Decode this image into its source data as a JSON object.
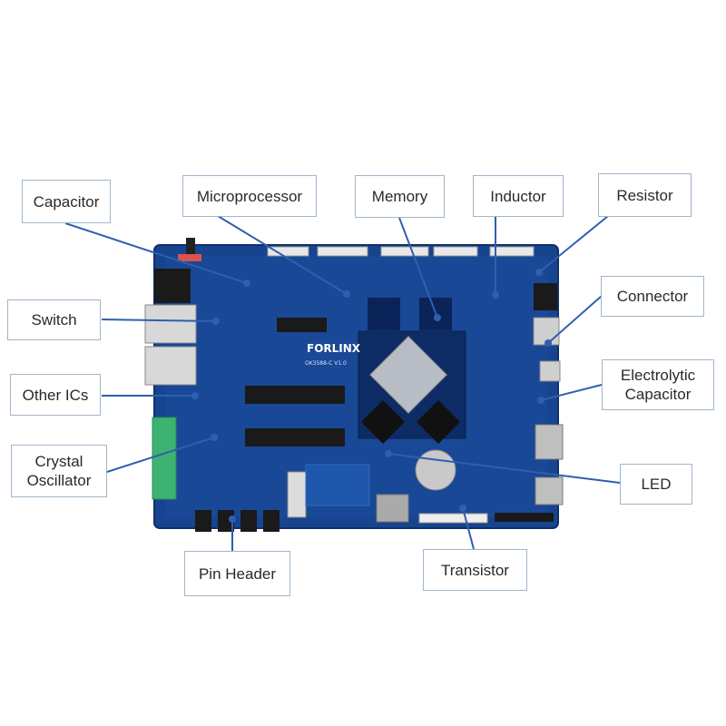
{
  "board": {
    "brand": "FORLINX",
    "model": "OK3588-C V1.0"
  },
  "colors": {
    "pcb": "#17448f",
    "pcb_dark": "#0f2f6b",
    "leader_line": "#2f5fb0",
    "callout_border": "#9fb6cc"
  },
  "labels": {
    "capacitor": "Capacitor",
    "microprocessor": "Microprocessor",
    "memory": "Memory",
    "inductor": "Inductor",
    "resistor": "Resistor",
    "switch": "Switch",
    "connector": "Connector",
    "other_ics": "Other ICs",
    "electrolytic_capacitor": "Electrolytic\nCapacitor",
    "crystal_oscillator": "Crystal\nOscillator",
    "led": "LED",
    "pin_header": "Pin Header",
    "transistor": "Transistor"
  }
}
